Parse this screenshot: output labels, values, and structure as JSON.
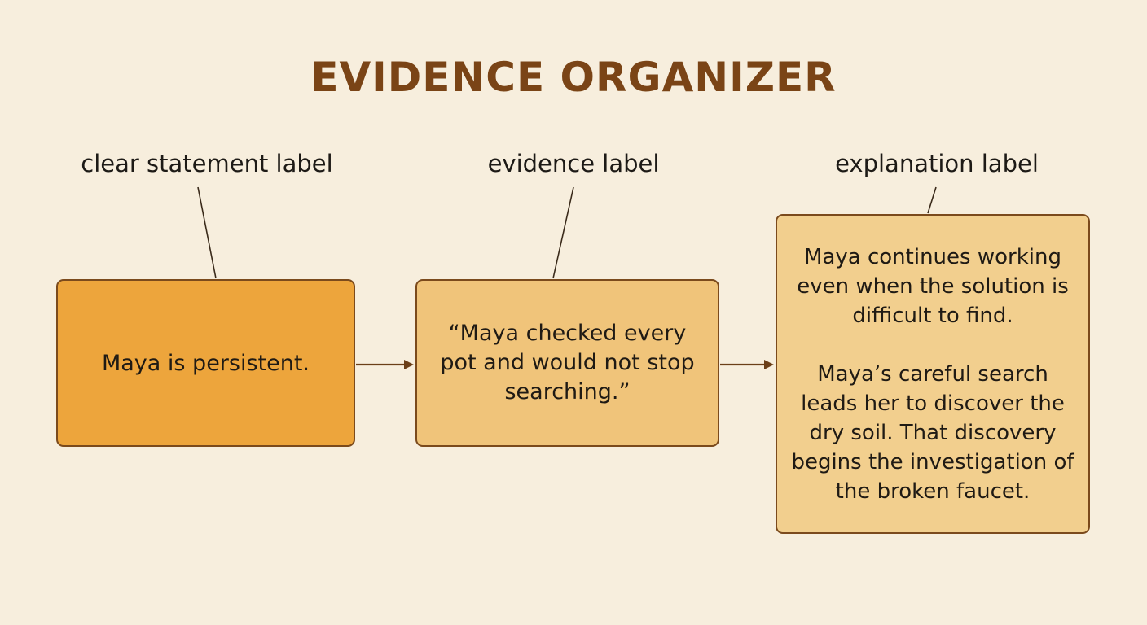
{
  "title": "EVIDENCE ORGANIZER",
  "labels": {
    "statement": "clear statement label",
    "evidence": "evidence label",
    "explanation": "explanation label"
  },
  "boxes": {
    "statement": "Maya is persistent.",
    "evidence": "“Maya checked every pot and would not stop searching.”",
    "explanation": [
      "Maya continues working even when the solution is difficult to find.",
      "Maya’s careful search leads her to discover the dry soil. That discovery begins the investigation of the broken faucet."
    ]
  },
  "colors": {
    "background": "#f7eedd",
    "title": "#7a4416",
    "statement_fill": "#eda53c",
    "evidence_fill": "#f0c47a",
    "explanation_fill": "#f2cf8e",
    "stroke": "#7b4a1c"
  }
}
